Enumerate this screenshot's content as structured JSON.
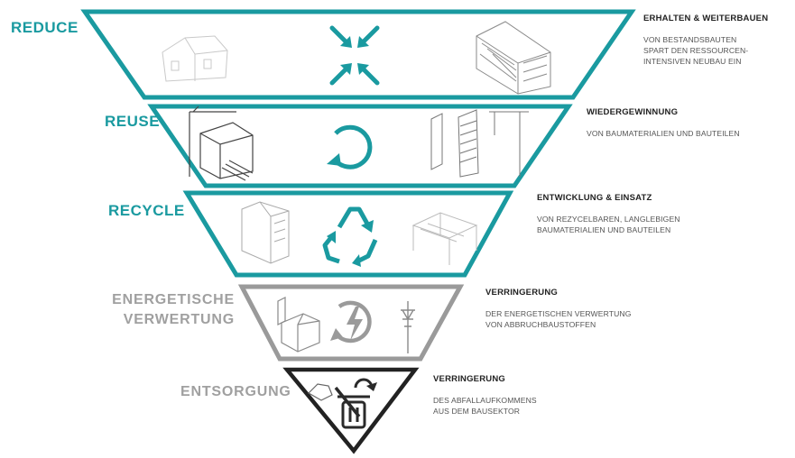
{
  "colors": {
    "teal": "#1a9aa0",
    "grey": "#9a9a9a",
    "text_dark": "#222222",
    "text_body": "#555555"
  },
  "levels": [
    {
      "label_lines": [
        "REDUCE"
      ],
      "icon": "compress-arrows-icon",
      "heading": "ERHALTEN & WEITERBAUEN",
      "body_lines": [
        "VON BESTANDSBAUTEN",
        "SPART DEN RESSOURCEN-",
        "INTENSIVEN NEUBAU EIN"
      ]
    },
    {
      "label_lines": [
        "REUSE"
      ],
      "icon": "circular-arrows-icon",
      "heading": "WIEDERGEWINNUNG",
      "body_lines": [
        "VON BAUMATERIALIEN UND BAUTEILEN"
      ]
    },
    {
      "label_lines": [
        "RECYCLE"
      ],
      "icon": "recycle-icon",
      "heading": "ENTWICKLUNG & EINSATZ",
      "body_lines": [
        "VON REZYCELBAREN, LANGLEBIGEN",
        "BAUMATERIALIEN UND BAUTEILEN"
      ]
    },
    {
      "label_lines": [
        "ENERGETISCHE",
        "VERWERTUNG"
      ],
      "icon": "energy-lightning-icon",
      "heading": "VERRINGERUNG",
      "body_lines": [
        "DER ENERGETISCHEN VERWERTUNG",
        "VON ABBRUCHBAUSTOFFEN"
      ]
    },
    {
      "label_lines": [
        "ENTSORGUNG"
      ],
      "icon": "trash-bin-icon",
      "heading": "VERRINGERUNG",
      "body_lines": [
        "DES ABFALLAUFKOMMENS",
        "AUS DEM BAUSEKTOR"
      ]
    }
  ]
}
